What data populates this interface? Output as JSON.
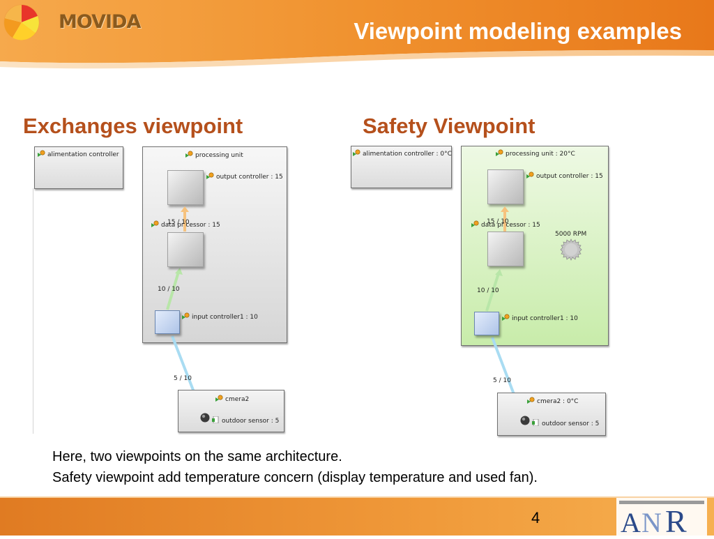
{
  "header": {
    "title": "Viewpoint modeling examples",
    "brand": "MOVIDA",
    "logo_colors": [
      "#e8352a",
      "#f39a1f",
      "#ffd02a",
      "#f7e43a"
    ]
  },
  "exchanges": {
    "heading": "Exchanges viewpoint",
    "alimentation": "alimentation controller",
    "processing_unit": "processing unit",
    "output_controller": "output controller : 15",
    "data_processor": "data pr cessor : 15",
    "input_controller": "input controller1 : 10",
    "flow_top": "15 / 10",
    "flow_mid": "10 / 10",
    "flow_bottom": "5 / 10",
    "camera": "cmera2",
    "outdoor_sensor": "outdoor sensor : 5"
  },
  "safety": {
    "heading": "Safety Viewpoint",
    "alimentation": "alimentation controller : 0°C",
    "processing_unit": "processing unit : 20°C",
    "output_controller": "output controller : 15",
    "data_processor": "data pr cessor : 15",
    "input_controller": "input controller1 : 10",
    "fan": "5000 RPM",
    "flow_top": "15 / 10",
    "flow_mid": "10 / 10",
    "flow_bottom": "5 / 10",
    "camera": "cmera2 : 0°C",
    "outdoor_sensor": "outdoor sensor : 5"
  },
  "caption": {
    "line1": "Here, two viewpoints on the same architecture.",
    "line2": "Safety viewpoint add temperature concern (display temperature and used fan)."
  },
  "footer": {
    "page_number": "4",
    "partner_logo": "ANR"
  },
  "colors": {
    "accent": "#e8841f",
    "heading": "#b5501c",
    "safety_fill": "#c8ecaa",
    "flow_green": "#b8e6a8",
    "flow_orange": "#f6c27e",
    "flow_blue": "#a9dcf2"
  }
}
